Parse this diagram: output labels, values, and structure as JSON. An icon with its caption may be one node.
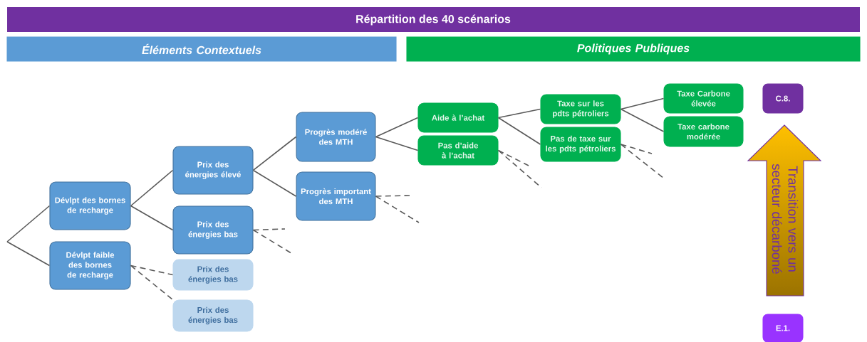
{
  "diagram": {
    "title": "Répartition des 40 scénarios",
    "nodes": [
      {
        "text": [
          "Éléments Contextuels"
        ]
      },
      {
        "text": [
          "Politiques Publiques"
        ]
      },
      {
        "text": [
          "Dévlpt des bornes de recharge"
        ]
      },
      {
        "text": [
          "Dévlpt faible des bornes de recharge"
        ]
      },
      {
        "text": [
          "Prix des énergies élevé"
        ]
      },
      {
        "text": [
          "Prix des énergies bas"
        ]
      },
      {
        "text": [
          "Prix des énergies bas"
        ]
      },
      {
        "text": [
          "Prix des énergies bas"
        ]
      },
      {
        "text": [
          "Progrès modéré des MTH"
        ]
      },
      {
        "text": [
          "Progrès important des MTH"
        ]
      },
      {
        "text": [
          "Aide à l’achat"
        ]
      },
      {
        "text": [
          "Pas d’aide à l’achat"
        ]
      },
      {
        "text": [
          "Taxe sur les pdts pétroliers"
        ]
      },
      {
        "text": [
          "Pas de taxe sur les pdts pétroliers"
        ]
      },
      {
        "text": [
          "Taxe Carbone élevée"
        ]
      },
      {
        "text": [
          "Taxe carbone modérée"
        ]
      },
      {
        "text": [
          "C.8."
        ]
      },
      {
        "text": [
          "E.1."
        ]
      },
      {
        "text": [
          "Transition vers un secteur décarboné"
        ]
      }
    ],
    "edges": [
      {
        "from": null,
        "to": 2,
        "arrow": "none"
      },
      {
        "from": null,
        "to": 3,
        "arrow": "none"
      },
      {
        "from": 2,
        "to": 4,
        "arrow": "none"
      },
      {
        "from": 2,
        "to": 5,
        "arrow": "none"
      },
      {
        "from": 3,
        "to": 6,
        "arrow": "none",
        "style": "dashed"
      },
      {
        "from": 3,
        "to": 7,
        "arrow": "none",
        "style": "dashed"
      },
      {
        "from": 4,
        "to": 8,
        "arrow": "none"
      },
      {
        "from": 4,
        "to": 9,
        "arrow": "none"
      },
      {
        "from": 5,
        "to": null,
        "arrow": "none",
        "style": "dashed"
      },
      {
        "from": 5,
        "to": null,
        "arrow": "none",
        "style": "dashed"
      },
      {
        "from": 8,
        "to": 10,
        "arrow": "none"
      },
      {
        "from": 8,
        "to": 11,
        "arrow": "none"
      },
      {
        "from": 9,
        "to": null,
        "arrow": "none",
        "style": "dashed"
      },
      {
        "from": 9,
        "to": null,
        "arrow": "none",
        "style": "dashed"
      },
      {
        "from": 10,
        "to": 12,
        "arrow": "none"
      },
      {
        "from": 10,
        "to": 13,
        "arrow": "none"
      },
      {
        "from": 11,
        "to": null,
        "arrow": "none",
        "style": "dashed"
      },
      {
        "from": 11,
        "to": null,
        "arrow": "none",
        "style": "dashed"
      },
      {
        "from": 12,
        "to": 14,
        "arrow": "none"
      },
      {
        "from": 12,
        "to": 15,
        "arrow": "none"
      },
      {
        "from": 13,
        "to": null,
        "arrow": "none",
        "style": "dashed"
      },
      {
        "from": 13,
        "to": null,
        "arrow": "none",
        "style": "dashed"
      }
    ]
  }
}
